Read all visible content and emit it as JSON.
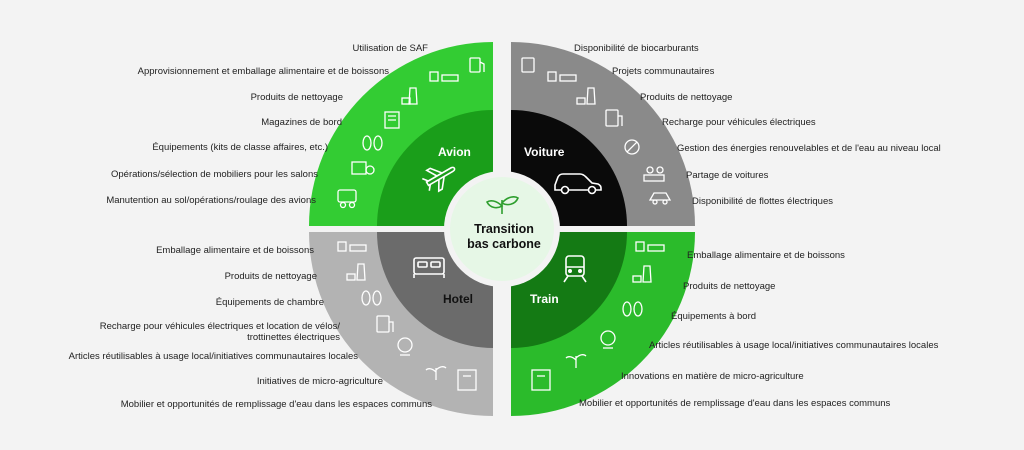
{
  "center": {
    "title_line1": "Transition",
    "title_line2": "bas carbone"
  },
  "colors": {
    "avion": "#33cc33",
    "avion_inner": "#1a9e1a",
    "voiture": "#8a8a8a",
    "voiture_inner": "#0a0a0a",
    "hotel": "#b3b3b3",
    "hotel_inner": "#6b6b6b",
    "train": "#2bbb2b",
    "train_inner": "#147a14",
    "center": "#e6f7e6"
  },
  "quadrants": {
    "avion": {
      "name": "Avion",
      "icon": "plane-icon",
      "items": [
        "Utilisation de SAF",
        "Approvisionnement et emballage alimentaire et de boissons",
        "Produits de nettoyage",
        "Magazines de bord",
        "Équipements (kits de classe affaires, etc.)",
        "Opérations/sélection de mobiliers pour les salons",
        "Manutention au sol/opérations/roulage des avions"
      ]
    },
    "voiture": {
      "name": "Voiture",
      "icon": "car-icon",
      "items": [
        "Disponibilité de biocarburants",
        "Projets communautaires",
        "Produits de nettoyage",
        "Recharge pour véhicules électriques",
        "Gestion des énergies renouvelables et de l'eau au niveau local",
        "Partage de voitures",
        "Disponibilité de flottes électriques"
      ]
    },
    "hotel": {
      "name": "Hotel",
      "icon": "bed-icon",
      "items": [
        "Emballage alimentaire et de boissons",
        "Produits de nettoyage",
        "Équipements de chambre",
        "Recharge pour véhicules électriques et location de vélos/",
        "trottinettes électriques",
        "Articles réutilisables à usage local/initiatives communautaires locales",
        "Initiatives de micro-agriculture",
        "Mobilier et opportunités de remplissage d'eau dans les espaces communs"
      ]
    },
    "train": {
      "name": "Train",
      "icon": "train-icon",
      "items": [
        "Emballage alimentaire et de boissons",
        "Produits de nettoyage",
        "Équipements à bord",
        "Articles réutilisables à usage local/initiatives communautaires locales",
        "Innovations en matière de micro-agriculture",
        "Mobilier et opportunités de remplissage d'eau dans les espaces communs"
      ]
    }
  }
}
